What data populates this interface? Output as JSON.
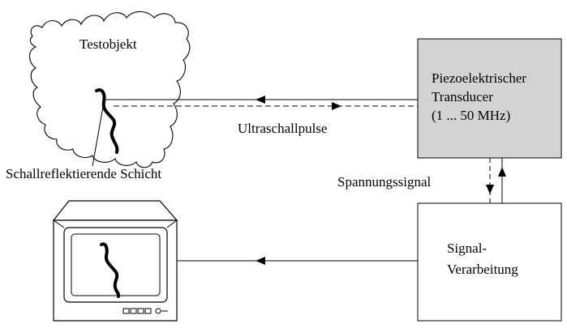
{
  "test_object": {
    "label": "Testobjekt"
  },
  "layer_label": "Schallreflektierende Schicht",
  "ultrasound_label": "Ultraschallpulse",
  "voltage_label": "Spannungssignal",
  "transducer": {
    "line1": "Piezoelektrischer",
    "line2": "Transducer",
    "line3": "(1 ... 50 MHz)",
    "fill": "#d3d3d3"
  },
  "processing": {
    "line1": "Signal-",
    "line2": "Verarbeitung"
  },
  "monitor": {
    "icon": "monitor-icon"
  }
}
